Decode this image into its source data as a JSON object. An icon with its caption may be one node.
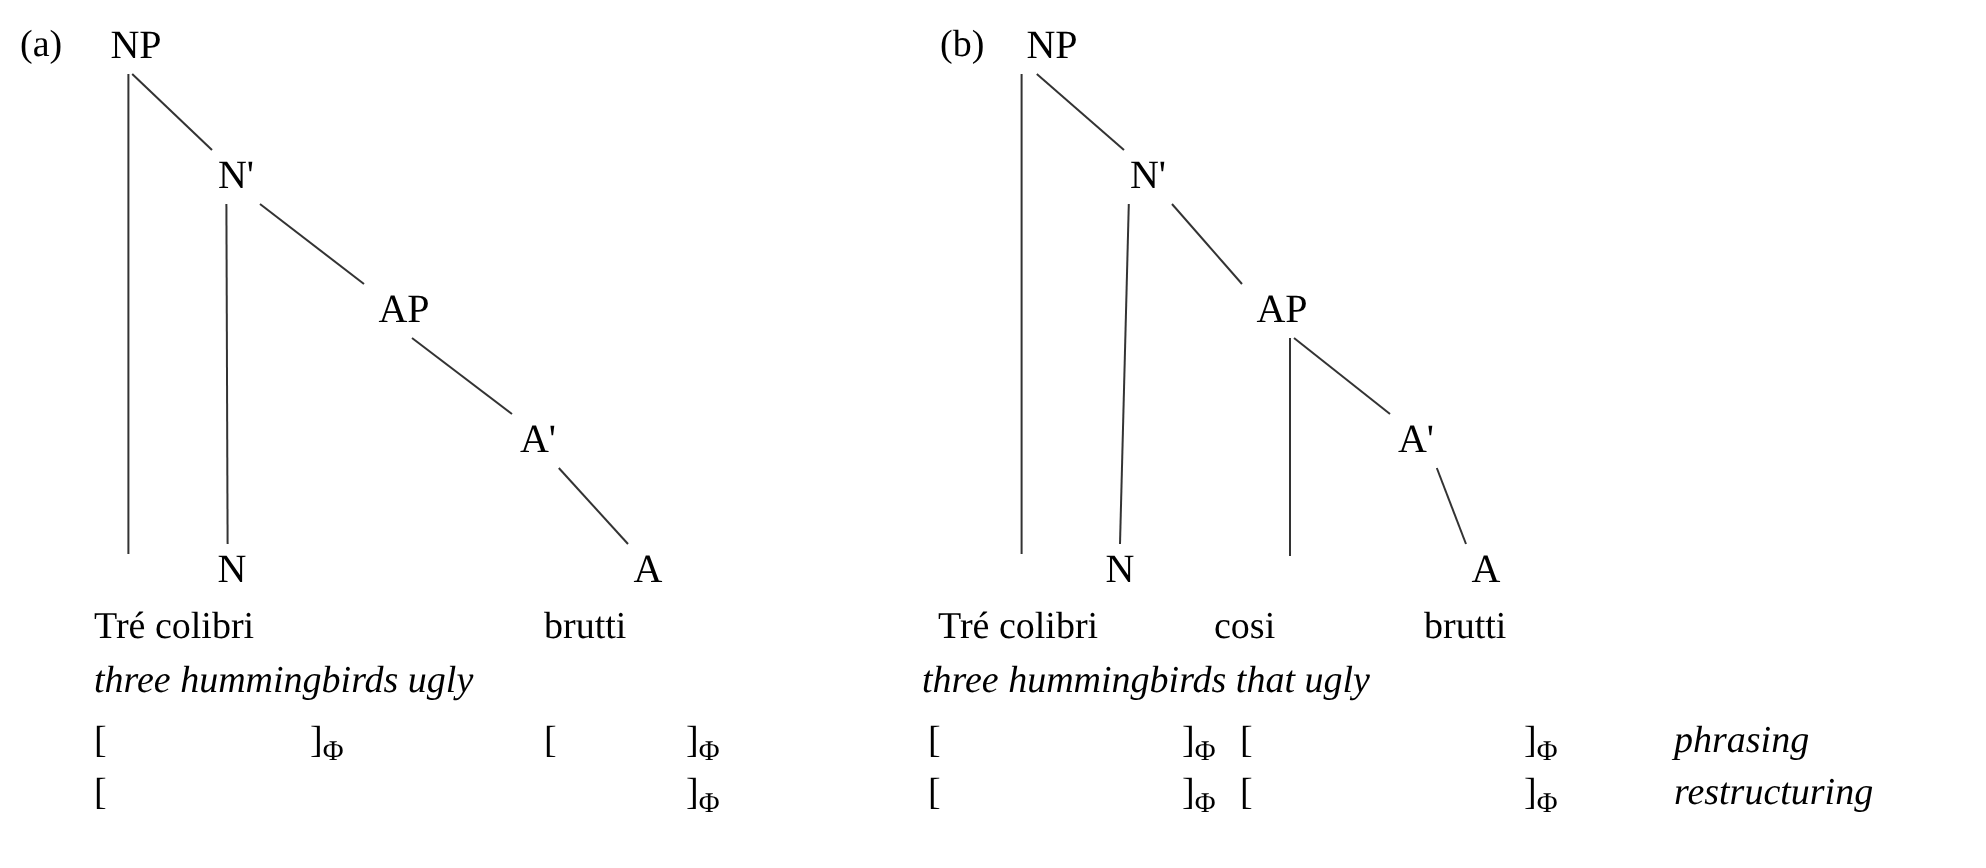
{
  "diagram": {
    "nodes": [
      {
        "text": [
          "NP"
        ]
      },
      {
        "text": [
          "N'"
        ]
      },
      {
        "text": [
          "AP"
        ]
      },
      {
        "text": [
          "A'"
        ]
      },
      {
        "text": [
          "N"
        ]
      },
      {
        "text": [
          "A"
        ]
      },
      {
        "text": [
          "NP"
        ]
      },
      {
        "text": [
          "N'"
        ]
      },
      {
        "text": [
          "AP"
        ]
      },
      {
        "text": [
          "A'"
        ]
      },
      {
        "text": [
          "N"
        ]
      },
      {
        "text": [
          "A"
        ]
      }
    ],
    "edges": [
      {
        "from": 0,
        "to": null,
        "arrow": "none"
      },
      {
        "from": 0,
        "to": 1,
        "arrow": "none"
      },
      {
        "from": 1,
        "to": 4,
        "arrow": "none"
      },
      {
        "from": 1,
        "to": 2,
        "arrow": "none"
      },
      {
        "from": 2,
        "to": 3,
        "arrow": "none"
      },
      {
        "from": 3,
        "to": 5,
        "arrow": "none"
      },
      {
        "from": 6,
        "to": null,
        "arrow": "none"
      },
      {
        "from": 6,
        "to": 7,
        "arrow": "none"
      },
      {
        "from": 7,
        "to": 10,
        "arrow": "none"
      },
      {
        "from": 7,
        "to": 8,
        "arrow": "none"
      },
      {
        "from": 8,
        "to": null,
        "arrow": "none"
      },
      {
        "from": 8,
        "to": 9,
        "arrow": "none"
      },
      {
        "from": 9,
        "to": 11,
        "arrow": "none"
      }
    ],
    "labels": [
      "(a)",
      "(b)",
      "Tré colibri",
      "brutti",
      "Tré colibri",
      "cosi",
      "brutti",
      "three hummingbirds ugly",
      "three hummingbirds that ugly",
      "[",
      "]$_{Φ}$",
      "[",
      "]$_{Φ}$",
      "[",
      "]$_{Φ}$",
      "[",
      "]$_{Φ}$",
      "phrasing",
      "[",
      "]$_{Φ}$",
      "[",
      "]$_{Φ}$",
      "[",
      "]$_{Φ}$",
      "restructuring"
    ]
  }
}
